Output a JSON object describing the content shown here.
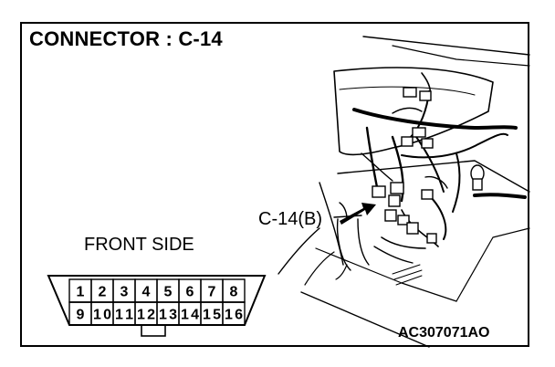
{
  "diagram": {
    "title": "CONNECTOR : C-14",
    "view_label": "FRONT SIDE",
    "callout_label": "C-14(B)",
    "reference_code": "AC307071AO"
  },
  "connector": {
    "top_row": [
      "1",
      "2",
      "3",
      "4",
      "5",
      "6",
      "7",
      "8"
    ],
    "bottom_row": [
      "9",
      "10",
      "11",
      "12",
      "13",
      "14",
      "15",
      "16"
    ]
  }
}
